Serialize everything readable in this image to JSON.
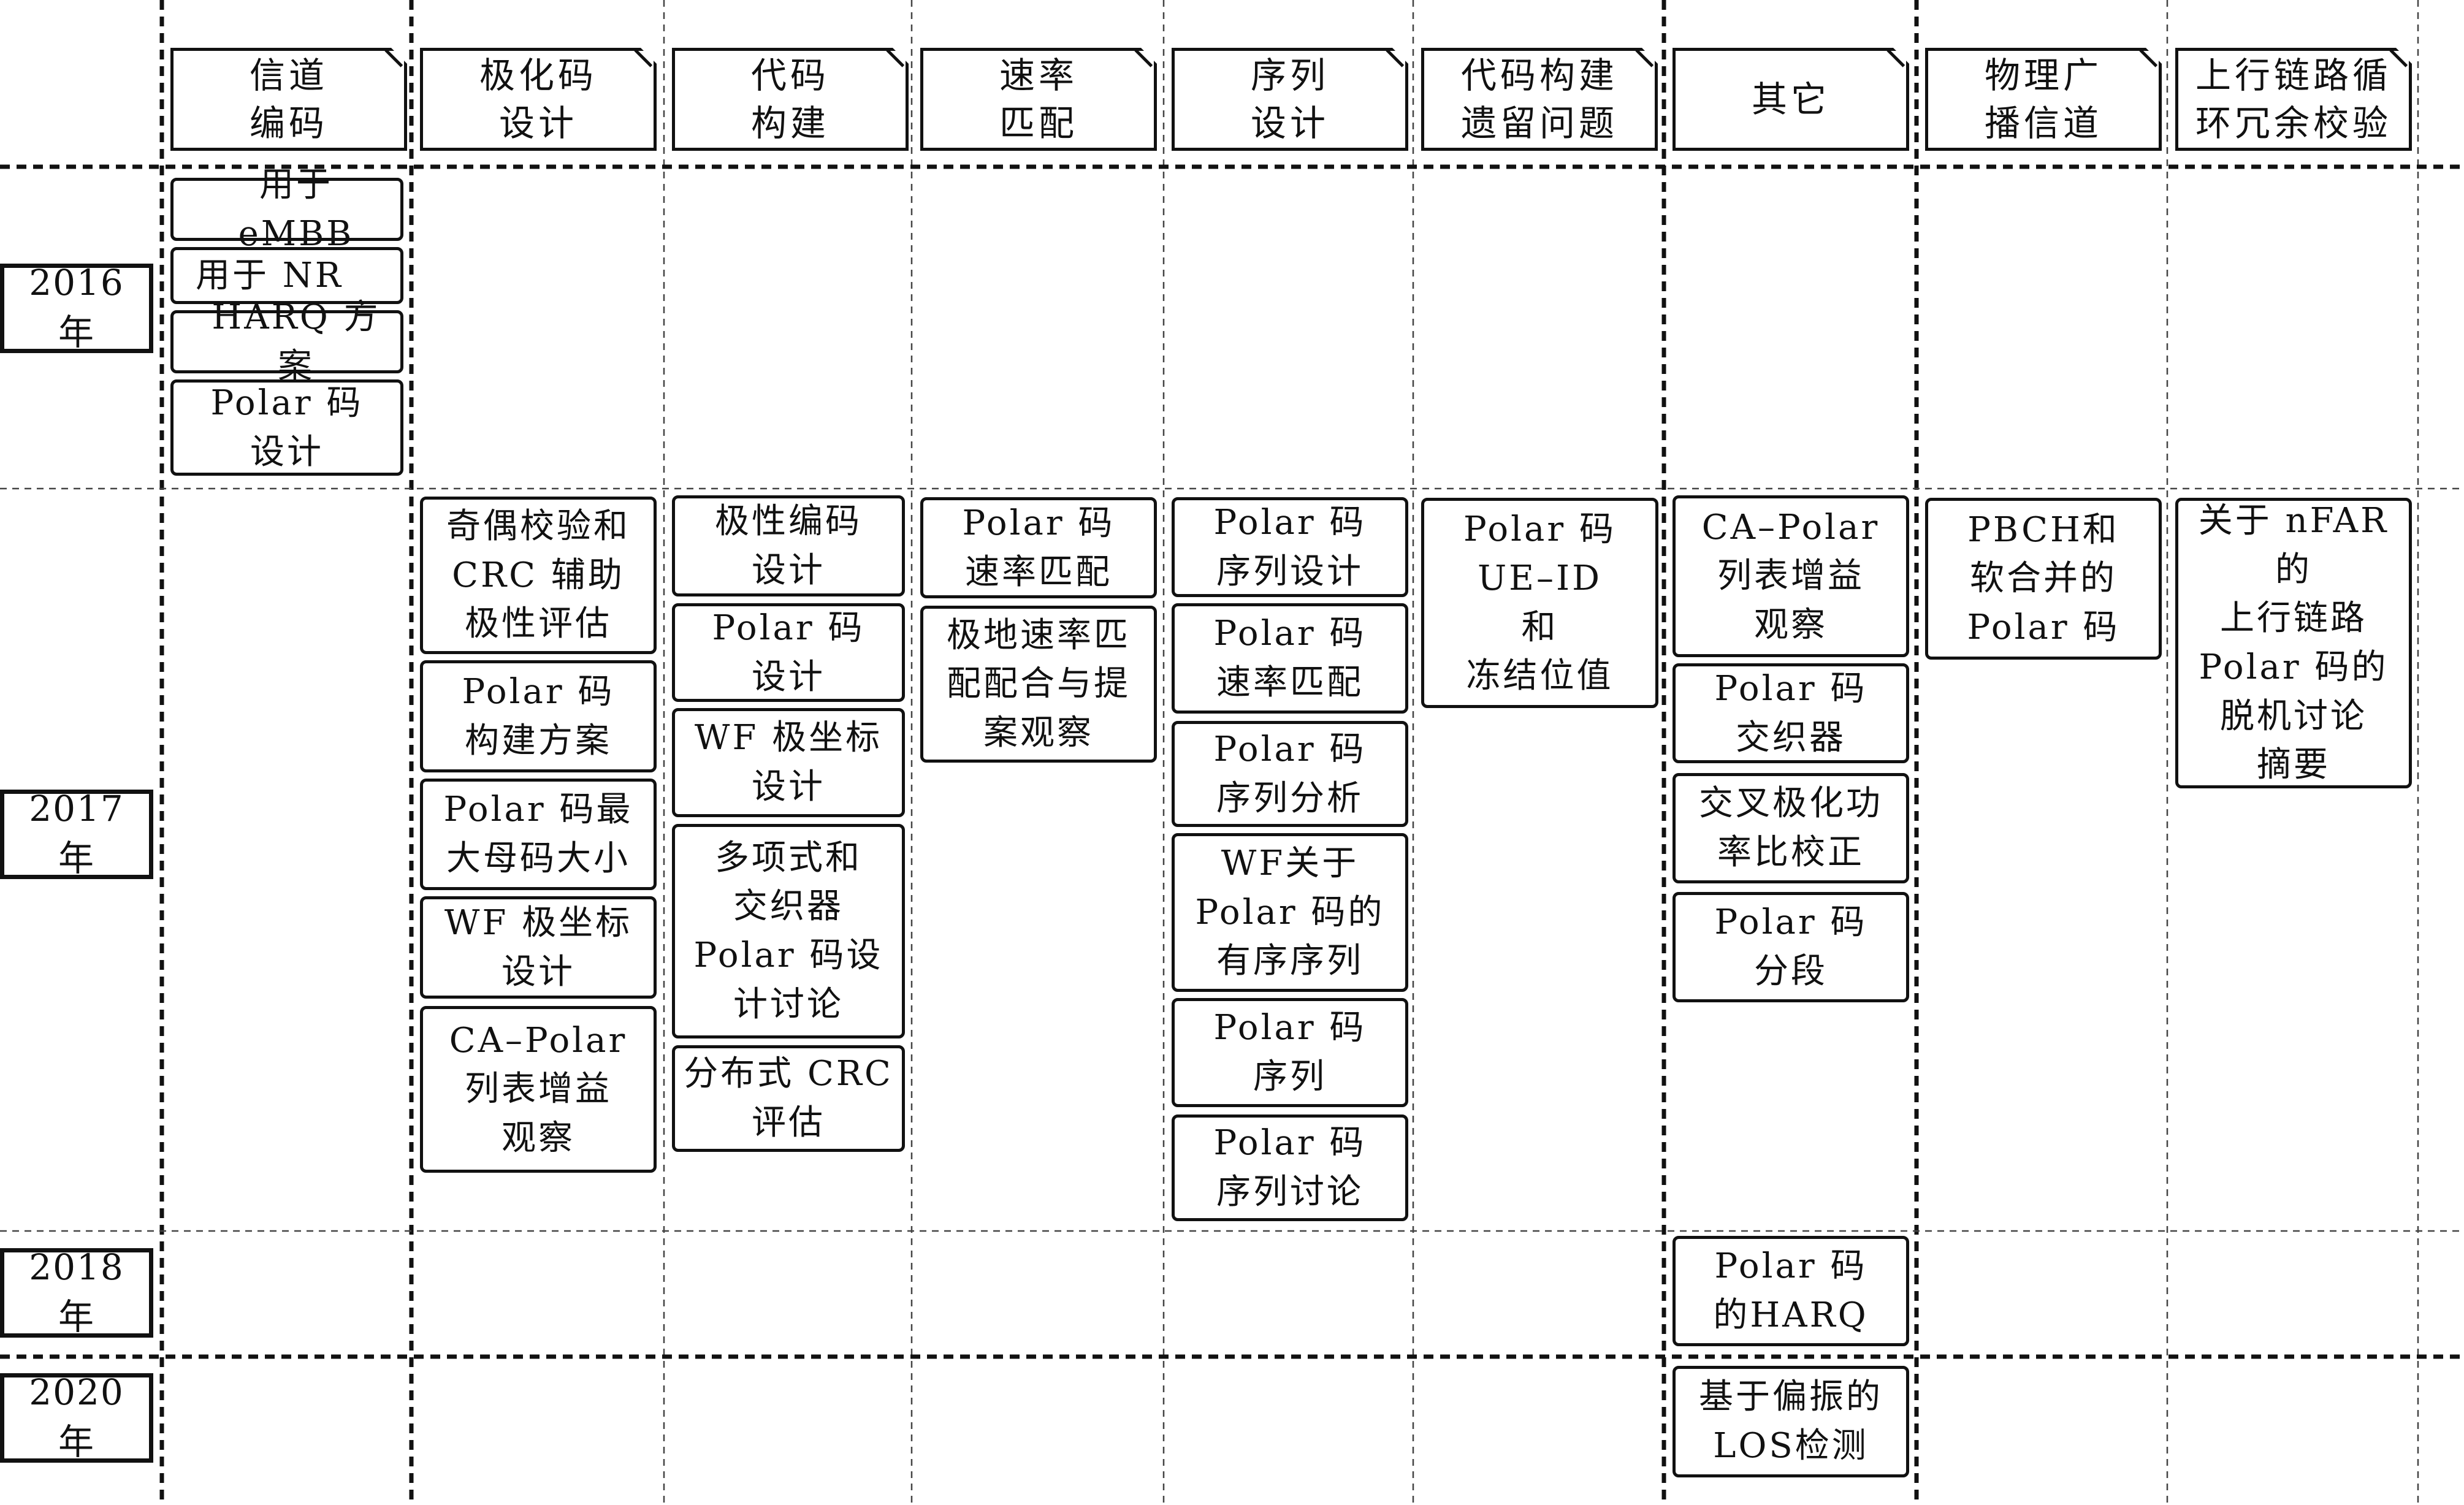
{
  "columns": [
    {
      "id": "channel-coding",
      "label": "信道\n编码"
    },
    {
      "id": "polar-code-design",
      "label": "极化码\n设计"
    },
    {
      "id": "code-construction",
      "label": "代码\n构建"
    },
    {
      "id": "rate-matching",
      "label": "速率\n匹配"
    },
    {
      "id": "sequence-design",
      "label": "序列\n设计"
    },
    {
      "id": "construction-legacy",
      "label": "代码构建\n遗留问题"
    },
    {
      "id": "other",
      "label": "其它"
    },
    {
      "id": "pbch",
      "label": "物理广\n播信道"
    },
    {
      "id": "uplink-crc",
      "label": "上行链路循\n环冗余校验"
    }
  ],
  "years": [
    {
      "id": "2016",
      "label": "2016 年"
    },
    {
      "id": "2017",
      "label": "2017 年"
    },
    {
      "id": "2018",
      "label": "2018 年"
    },
    {
      "id": "2020",
      "label": "2020 年"
    }
  ],
  "items": [
    {
      "column": "channel-coding",
      "year": "2016",
      "text": "用于 eMBB"
    },
    {
      "column": "channel-coding",
      "year": "2016",
      "text": "用于 NR"
    },
    {
      "column": "channel-coding",
      "year": "2016",
      "text": "HARQ 方案"
    },
    {
      "column": "channel-coding",
      "year": "2016",
      "text": "Polar 码\n设计"
    },
    {
      "column": "polar-code-design",
      "year": "2017",
      "text": "奇偶校验和\nCRC 辅助\n极性评估"
    },
    {
      "column": "polar-code-design",
      "year": "2017",
      "text": "Polar 码\n构建方案"
    },
    {
      "column": "polar-code-design",
      "year": "2017",
      "text": "Polar 码最\n大母码大小"
    },
    {
      "column": "polar-code-design",
      "year": "2017",
      "text": "WF 极坐标\n设计"
    },
    {
      "column": "polar-code-design",
      "year": "2017",
      "text": "CA–Polar\n列表增益\n观察"
    },
    {
      "column": "code-construction",
      "year": "2017",
      "text": "极性编码\n设计"
    },
    {
      "column": "code-construction",
      "year": "2017",
      "text": "Polar 码\n设计"
    },
    {
      "column": "code-construction",
      "year": "2017",
      "text": "WF 极坐标\n设计"
    },
    {
      "column": "code-construction",
      "year": "2017",
      "text": "多项式和\n交织器\nPolar 码设\n计讨论"
    },
    {
      "column": "code-construction",
      "year": "2017",
      "text": "分布式 CRC\n评估"
    },
    {
      "column": "rate-matching",
      "year": "2017",
      "text": "Polar 码\n速率匹配"
    },
    {
      "column": "rate-matching",
      "year": "2017",
      "text": "极地速率匹\n配配合与提\n案观察"
    },
    {
      "column": "sequence-design",
      "year": "2017",
      "text": "Polar 码\n序列设计"
    },
    {
      "column": "sequence-design",
      "year": "2017",
      "text": "Polar 码\n速率匹配"
    },
    {
      "column": "sequence-design",
      "year": "2017",
      "text": "Polar 码\n序列分析"
    },
    {
      "column": "sequence-design",
      "year": "2017",
      "text": "WF关于\nPolar 码的\n有序序列"
    },
    {
      "column": "sequence-design",
      "year": "2017",
      "text": "Polar 码\n序列"
    },
    {
      "column": "sequence-design",
      "year": "2017",
      "text": "Polar 码\n序列讨论"
    },
    {
      "column": "construction-legacy",
      "year": "2017",
      "text": "Polar 码\nUE–ID\n和\n冻结位值"
    },
    {
      "column": "other",
      "year": "2017",
      "text": "CA–Polar\n列表增益\n观察"
    },
    {
      "column": "other",
      "year": "2017",
      "text": "Polar 码\n交织器"
    },
    {
      "column": "other",
      "year": "2017",
      "text": "交叉极化功\n率比校正"
    },
    {
      "column": "other",
      "year": "2017",
      "text": "Polar 码\n分段"
    },
    {
      "column": "other",
      "year": "2018",
      "text": "Polar 码\n的HARQ"
    },
    {
      "column": "other",
      "year": "2020",
      "text": "基于偏振的\nLOS检测"
    },
    {
      "column": "pbch",
      "year": "2017",
      "text": "PBCH和\n软合并的\nPolar 码"
    },
    {
      "column": "uplink-crc",
      "year": "2017",
      "text": "关于 nFAR的\n上行链路\nPolar 码的\n脱机讨论\n摘要"
    }
  ]
}
